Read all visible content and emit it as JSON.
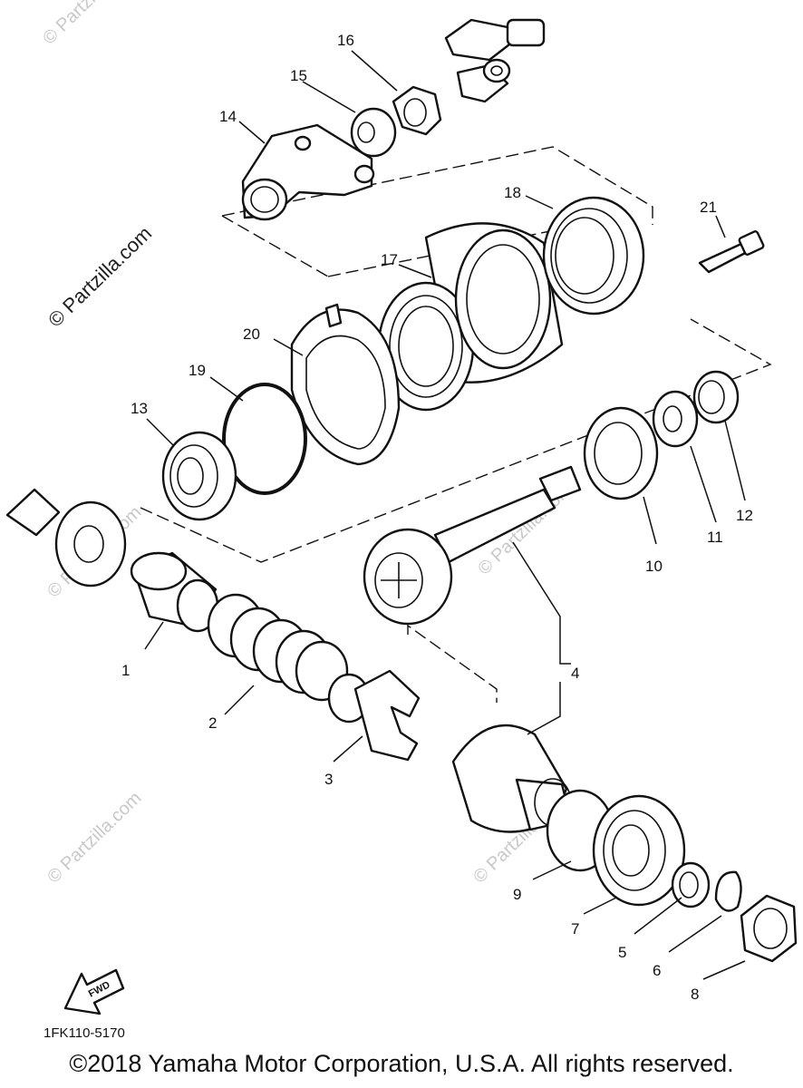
{
  "diagram": {
    "code": "1FK110-5170",
    "copyright": "©2018 Yamaha Motor Corporation, U.S.A. All rights reserved.",
    "watermark": "© Partzilla.com",
    "fwd_label": "FWD",
    "callouts": {
      "c1": "1",
      "c2": "2",
      "c3": "3",
      "c4": "4",
      "c5": "5",
      "c6": "6",
      "c7": "7",
      "c8": "8",
      "c9": "9",
      "c10": "10",
      "c11": "11",
      "c12": "12",
      "c13": "13",
      "c14": "14",
      "c15": "15",
      "c16": "16",
      "c17": "17",
      "c18": "18",
      "c19": "19",
      "c20": "20",
      "c21": "21"
    }
  }
}
